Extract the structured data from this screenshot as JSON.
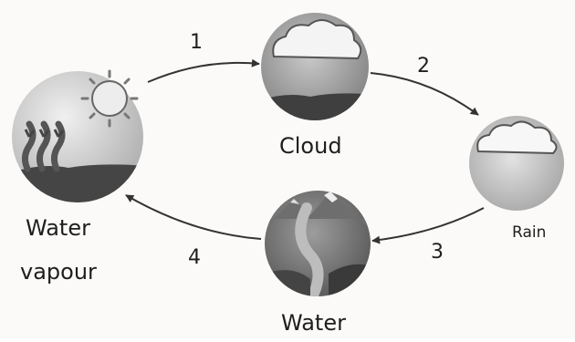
{
  "stages": {
    "cloud": "Cloud",
    "rain": "Rain",
    "water": "Water",
    "vapour_line1": "Water",
    "vapour_line2": "vapour"
  },
  "steps": [
    "1",
    "2",
    "3",
    "4"
  ]
}
